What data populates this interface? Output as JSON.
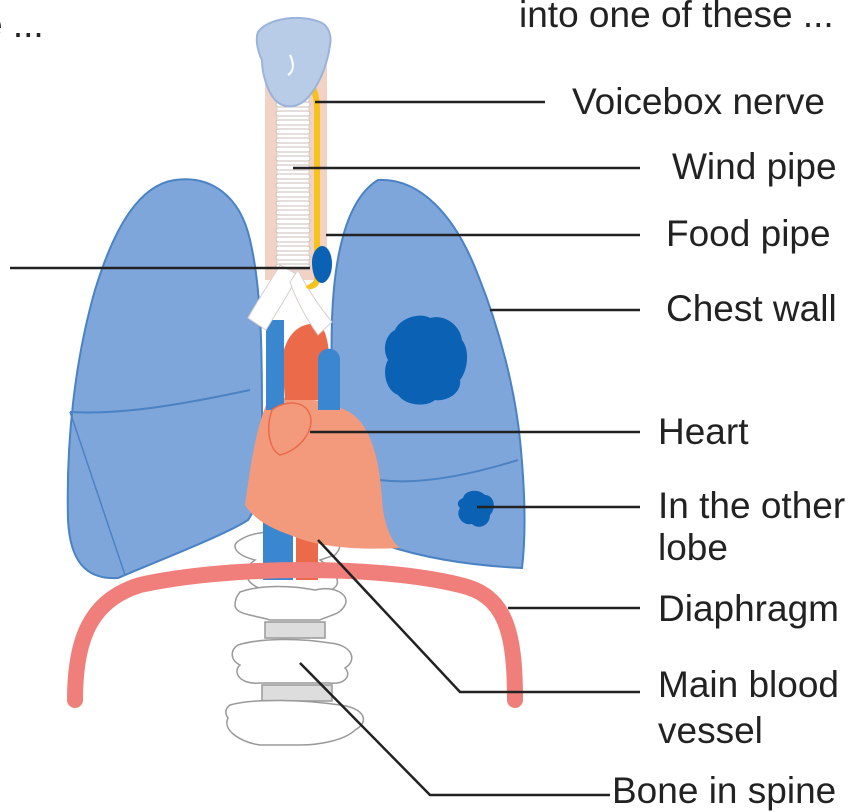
{
  "header": {
    "left_fragment": "e ...",
    "right_fragment": "into one of these ..."
  },
  "labels": {
    "voicebox_nerve": "Voicebox nerve",
    "wind_pipe": "Wind pipe",
    "food_pipe": "Food pipe",
    "chest_wall": "Chest wall",
    "heart": "Heart",
    "other_lobe_1": "In the other",
    "other_lobe_2": "lobe",
    "diaphragm": "Diaphragm",
    "main_blood_vessel_1": "Main blood",
    "main_blood_vessel_2": "vessel",
    "bone_in_spine": "Bone in spine"
  },
  "colors": {
    "lung_fill": "#7ea6db",
    "lung_stroke": "#4a82c4",
    "tumour": "#0b62b5",
    "heart_light": "#f39a7d",
    "heart_dark": "#ea6a4a",
    "vessel_blue": "#3a86cf",
    "diaphragm": "#f07f7c",
    "nerve": "#f7c21b",
    "trachea_bg": "#f3d2c6",
    "head": "#b9cce7"
  }
}
